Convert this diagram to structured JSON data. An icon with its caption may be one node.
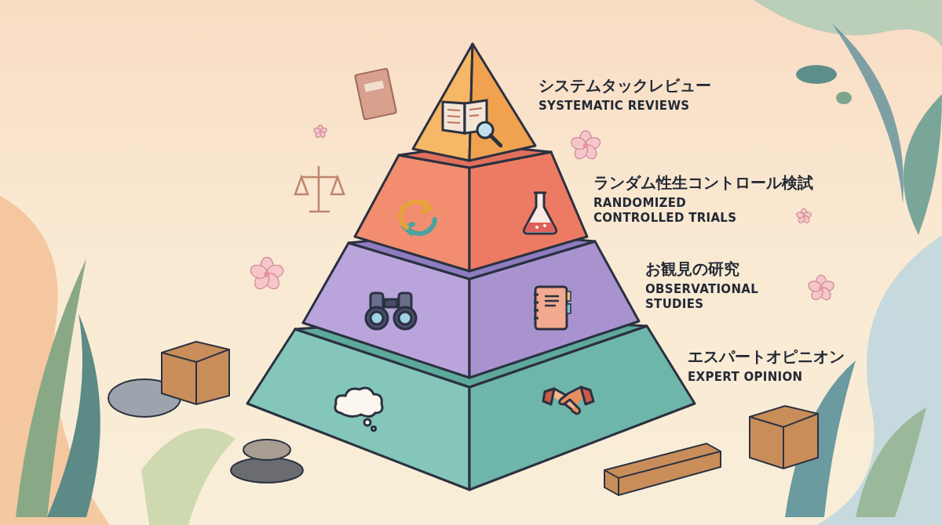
{
  "diagram": {
    "nodes": [
      {
        "text": [],
        "shape": "triangle",
        "beside": [
          "システムタックレビュー",
          "SYSTEMATIC REVIEWS"
        ]
      },
      {
        "text": [],
        "shape": "trapezoid",
        "beside": [
          "ランダム性生コントロール検試",
          "RANDOMIZED CONTROLLED TRIALS"
        ]
      },
      {
        "text": [],
        "shape": "trapezoid",
        "beside": [
          "お観見の研究",
          "OBSERVATIONAL STUDIES"
        ]
      },
      {
        "text": [],
        "shape": "trapezoid",
        "beside": [
          "エスパートオピニオン",
          "EXPERT OPINION"
        ]
      }
    ]
  }
}
